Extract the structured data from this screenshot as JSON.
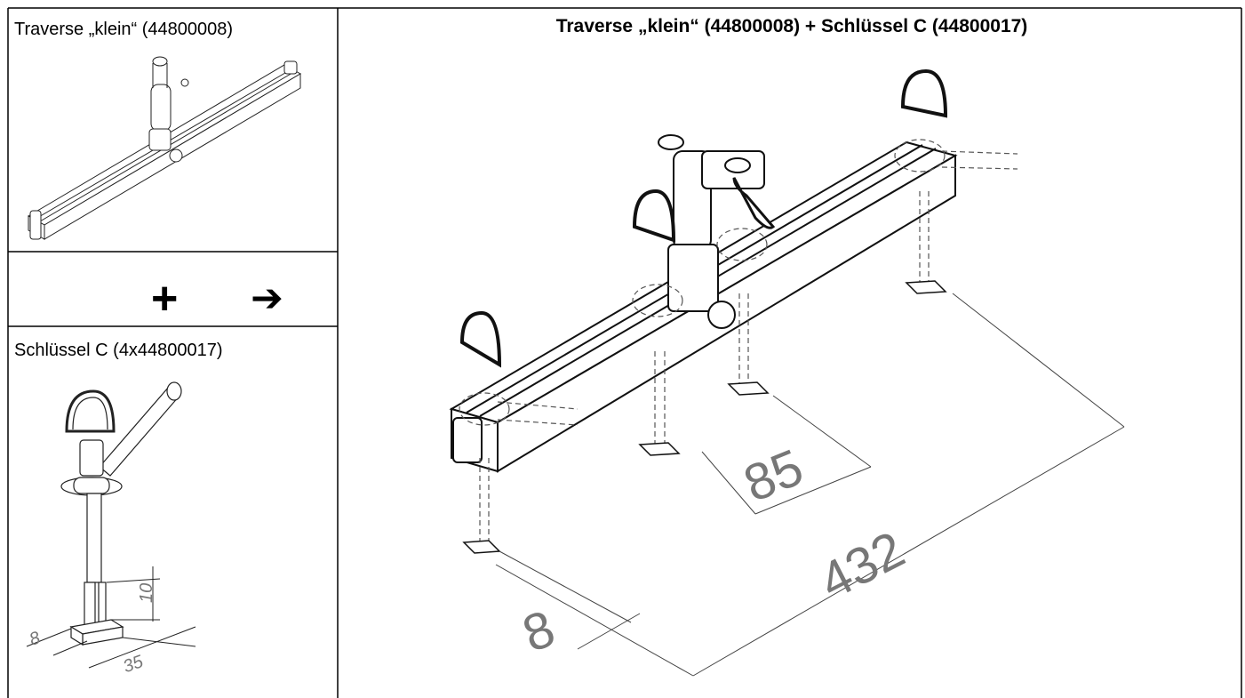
{
  "panels": {
    "top_left_label": "Traverse „klein“ (44800008)",
    "bottom_left_label": "Schlüssel C (4x44800017)",
    "right_title": "Traverse „klein“ (44800008) + Schlüssel C (44800017)"
  },
  "operators": {
    "plus": "+",
    "arrow": "➔"
  },
  "key_dimensions": {
    "height": "10",
    "width": "8",
    "length": "35"
  },
  "assembly_dimensions": {
    "spacing_small": "85",
    "spacing_large": "432",
    "foot": "8"
  }
}
